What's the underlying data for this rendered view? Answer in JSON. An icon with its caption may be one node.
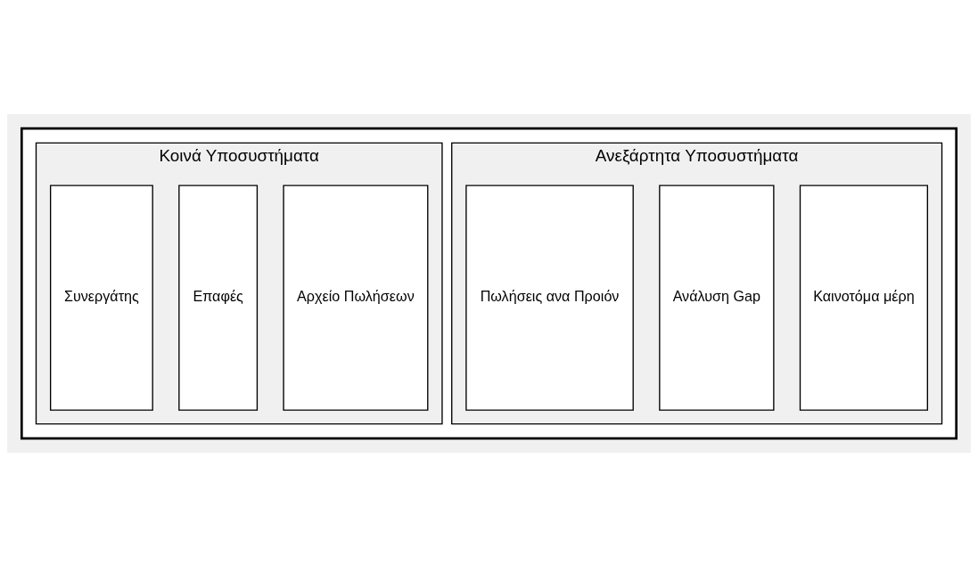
{
  "diagram": {
    "nodes": [
      {
        "text": [],
        "shape": "box"
      },
      {
        "text": [
          "Κοινά Υποσυστήματα"
        ],
        "in": 0
      },
      {
        "text": [
          "Συνεργάτης"
        ],
        "in": 1
      },
      {
        "text": [
          "Επαφές"
        ],
        "in": 1
      },
      {
        "text": [
          "Αρχείο Πωλήσεων"
        ],
        "in": 1
      },
      {
        "text": [
          "Ανεξάρτητα Υποσυστήματα"
        ],
        "in": 0
      },
      {
        "text": [
          "Πωλήσεις ανα Προιόν"
        ],
        "in": 5
      },
      {
        "text": [
          "Ανάλυση Gap"
        ],
        "in": 5
      },
      {
        "text": [
          "Καινοτόμα μέρη"
        ],
        "in": 5
      }
    ],
    "edges": []
  }
}
